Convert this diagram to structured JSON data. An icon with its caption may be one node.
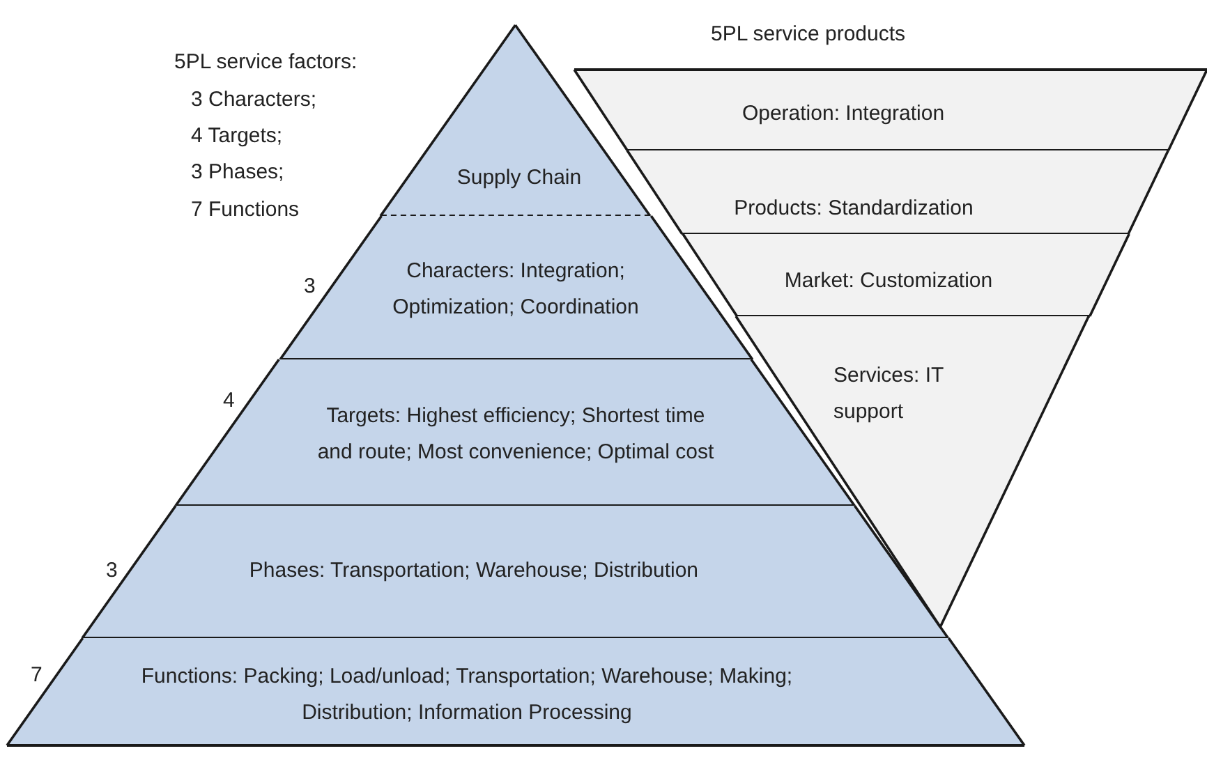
{
  "diagram": {
    "nodes": [
      {
        "text": [
          "Supply Chain"
        ]
      },
      {
        "text": [
          "Characters: Integration; Optimization; Coordination"
        ],
        "beside": [
          "3"
        ]
      },
      {
        "text": [
          "Targets:  Highest efficiency; Shortest time and route; Most convenience;  Optimal cost"
        ],
        "beside": [
          "4"
        ]
      },
      {
        "text": [
          "Phases:  Transportation; Warehouse; Distribution"
        ],
        "beside": [
          "3"
        ]
      },
      {
        "text": [
          "Functions: Packing; Load/unload; Transportation; Warehouse; Making; Distribution; Information Processing"
        ],
        "beside": [
          "7"
        ]
      },
      {
        "text": [
          "Operation: Integration"
        ]
      },
      {
        "text": [
          "Products: Standardization"
        ]
      },
      {
        "text": [
          "Market: Customization"
        ]
      },
      {
        "text": [
          "Services: IT support"
        ]
      }
    ],
    "labels": [
      "5PL service factors:",
      "3 Characters;",
      "4 Targets;",
      "3 Phases;",
      "7 Functions",
      "5PL service products"
    ]
  }
}
